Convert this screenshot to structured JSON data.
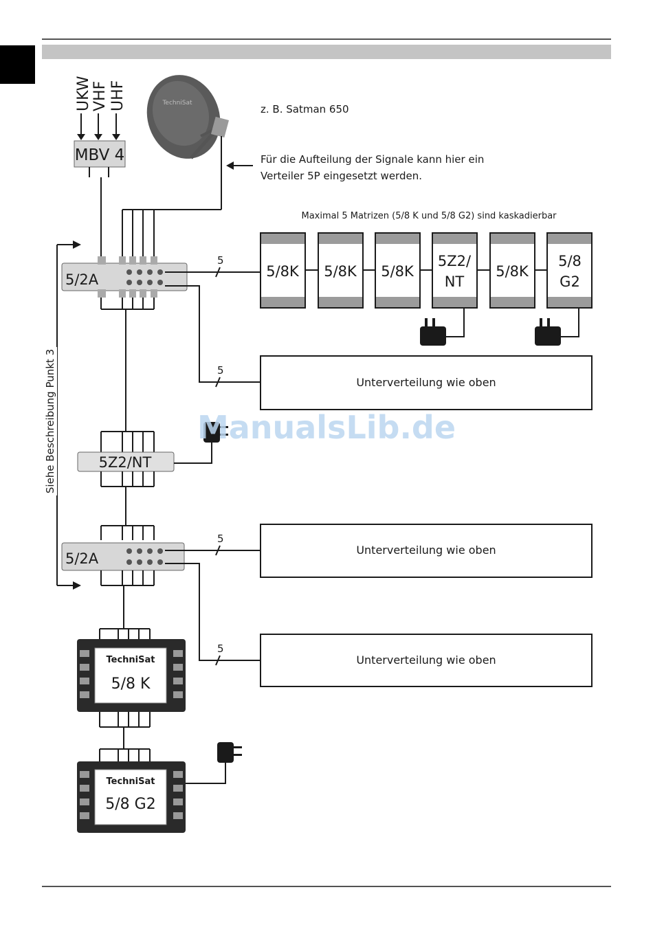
{
  "page": {
    "watermark": "ManualsLib.de"
  },
  "inputs": {
    "ukw": "UKW",
    "vhf": "VHF",
    "uhf": "UHF",
    "amplifier": "MBV 4"
  },
  "dish": {
    "brand": "TechniSat",
    "caption": "z. B. Satman 650"
  },
  "note_splitter": {
    "line1": "Für die Aufteilung der Signale kann hier ein",
    "line2": "Verteiler 5P eingesetzt werden."
  },
  "cascade": {
    "heading": "Maximal 5 Matrizen (5/8 K und 5/8 G2) sind kaskadierbar",
    "modules": [
      {
        "line1": "5/8K",
        "line2": ""
      },
      {
        "line1": "5/8K",
        "line2": ""
      },
      {
        "line1": "5/8K",
        "line2": ""
      },
      {
        "line1": "5Z2/",
        "line2": "NT"
      },
      {
        "line1": "5/8K",
        "line2": ""
      },
      {
        "line1": "5/8",
        "line2": "G2"
      }
    ]
  },
  "side_note": "Siehe Beschreibung Punkt 3",
  "components": {
    "splitter_top": "5/2A",
    "amplifier_mid": "5Z2/NT",
    "splitter_bottom": "5/2A",
    "multiswitch1_brand": "TechniSat",
    "multiswitch1_model": "5/8 K",
    "multiswitch2_brand": "TechniSat",
    "multiswitch2_model": "5/8 G2"
  },
  "bus_label": "5",
  "subdistribution": [
    "Unterverteilung wie oben",
    "Unterverteilung wie oben",
    "Unterverteilung wie oben"
  ]
}
